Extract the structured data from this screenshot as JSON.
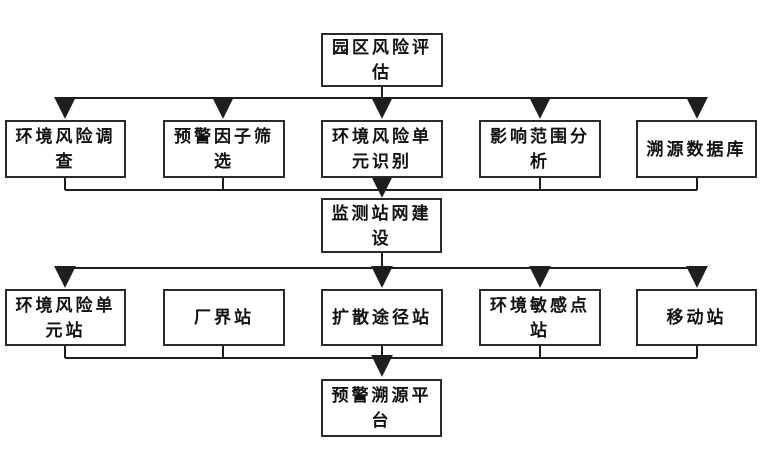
{
  "flowchart": {
    "background": "#ffffff",
    "line_color": "#1e1e1e",
    "box_border_color": "#2a2a2a",
    "box_fill": "#ffffff",
    "text_color": "#111111",
    "nodes": {
      "park_risk_assessment": {
        "label": "园区风险评估",
        "lines": [
          "园区风险评",
          "估"
        ]
      },
      "env_risk_survey": {
        "label": "环境风险调查",
        "lines": [
          "环境风险调",
          "查"
        ]
      },
      "warning_factor_screening": {
        "label": "预警因子筛选",
        "lines": [
          "预警因子筛",
          "选"
        ]
      },
      "env_risk_unit_identification": {
        "label": "环境风险单元识别",
        "lines": [
          "环境风险单",
          "元识别"
        ]
      },
      "impact_scope_analysis": {
        "label": "影响范围分析",
        "lines": [
          "影响范围分",
          "析"
        ]
      },
      "traceability_database": {
        "label": "溯源数据库",
        "lines": [
          "溯源数据库"
        ]
      },
      "monitoring_station_network": {
        "label": "监测站网建设",
        "lines": [
          "监测站网建",
          "设"
        ]
      },
      "env_risk_unit_station": {
        "label": "环境风险单元站",
        "lines": [
          "环境风险单",
          "元站"
        ]
      },
      "factory_boundary_station": {
        "label": "厂界站",
        "lines": [
          "厂界站"
        ]
      },
      "diffusion_path_station": {
        "label": "扩散途径站",
        "lines": [
          "扩散途径站"
        ]
      },
      "env_sensitive_point_station": {
        "label": "环境敏感点站",
        "lines": [
          "环境敏感点",
          "站"
        ]
      },
      "mobile_station": {
        "label": "移动站",
        "lines": [
          "移动站"
        ]
      },
      "warning_traceability_platform": {
        "label": "预警溯源平台",
        "lines": [
          "预警溯源平",
          "台"
        ]
      }
    }
  }
}
